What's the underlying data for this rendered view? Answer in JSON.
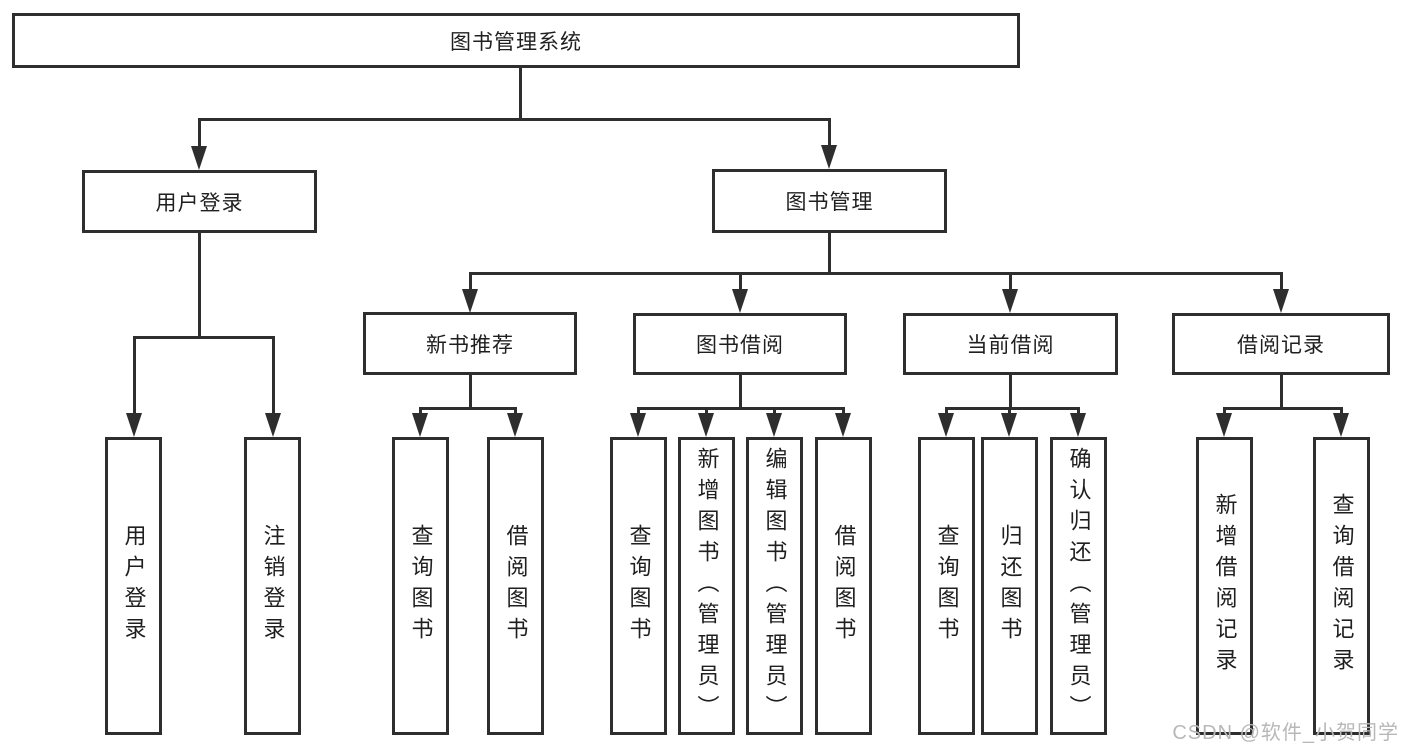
{
  "nodes": {
    "root": "图书管理系统",
    "level2": {
      "login": "用户登录",
      "mgmt": "图书管理"
    },
    "login_children": [
      "用户登录",
      "注销登录"
    ],
    "mgmt_children": [
      "新书推荐",
      "图书借阅",
      "当前借阅",
      "借阅记录"
    ],
    "recommend_children": [
      "查询图书",
      "借阅图书"
    ],
    "borrow_children": [
      "查询图书",
      "新增图书（管理员）",
      "编辑图书（管理员）",
      "借阅图书"
    ],
    "current_children": [
      "查询图书",
      "归还图书",
      "确认归还（管理员）"
    ],
    "record_children": [
      "新增借阅记录",
      "查询借阅记录"
    ]
  },
  "watermark": "CSDN @软件_小贺同学",
  "colors": {
    "line": "#2e2e2e",
    "text": "#1f1f1f",
    "background": "#ffffff",
    "watermark": "#b8b8b8"
  }
}
